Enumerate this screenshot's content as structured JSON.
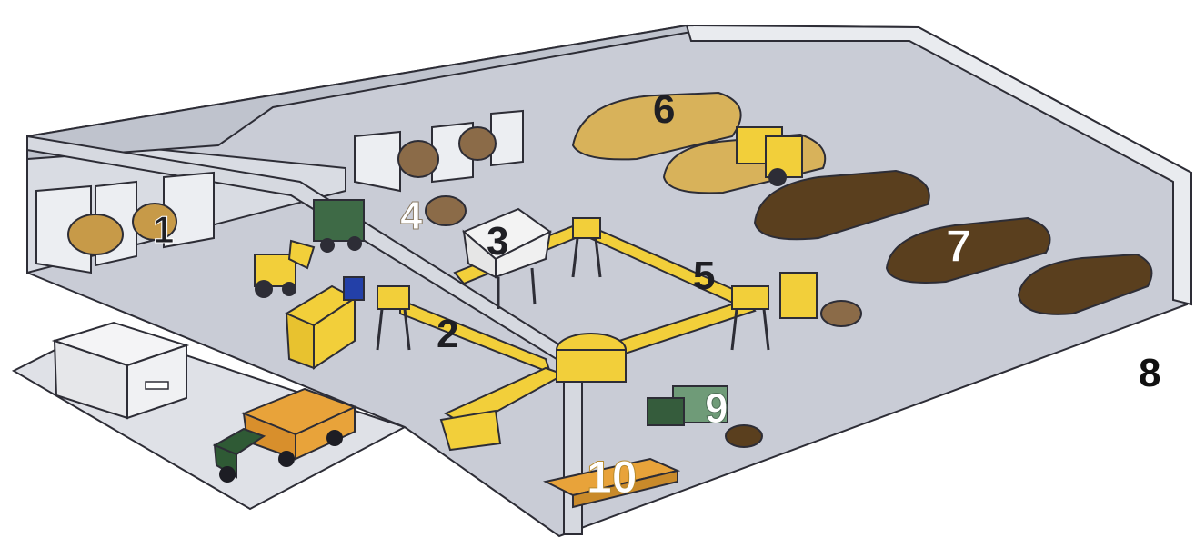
{
  "labels": {
    "n1": "1",
    "n2": "2",
    "n3": "3",
    "n4": "4",
    "n5": "5",
    "n6": "6",
    "n7": "7",
    "n8": "8",
    "n9": "9",
    "n10": "10"
  },
  "colors": {
    "floor": "#c9ccd6",
    "wall": "#d9dce3",
    "outline": "#2d2d36",
    "yellow": "#f2cf3a",
    "light_pile": "#d8b25a",
    "dark_pile": "#5a3f1e",
    "truck_cab": "#2f5a35",
    "truck_box": "#e8a33a",
    "machine_green": "#6f9b78"
  },
  "icons": {
    "hopper": "hopper-icon",
    "conveyor": "conveyor-icon",
    "loader": "front-loader-icon",
    "truck": "delivery-truck-icon",
    "pallet": "pallet-icon",
    "bagging_machine": "bagging-machine-icon"
  }
}
